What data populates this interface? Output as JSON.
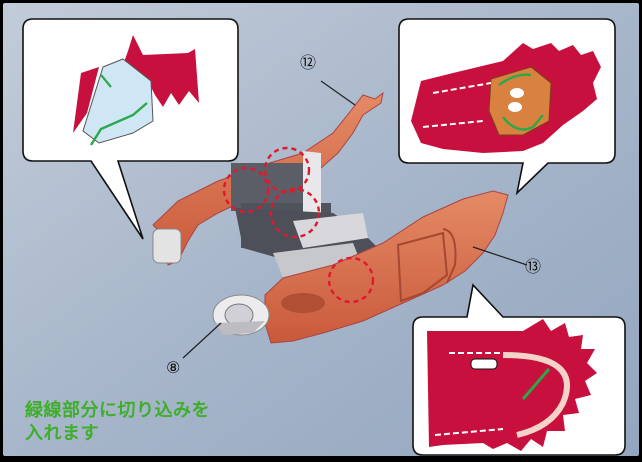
{
  "labels": {
    "part_8": "⑧",
    "part_12": "⑫",
    "part_13": "⑬"
  },
  "instruction": {
    "line1": "緑線部分に切り込みを",
    "line2": "入れます"
  },
  "colors": {
    "background": "#a9b8cc",
    "part_orange": "#d9694a",
    "diagram_red": "#c8103e",
    "cut_line_green": "#2aa84a",
    "instruction_green": "#3fae2a",
    "highlight_circle": "#e0182e"
  }
}
